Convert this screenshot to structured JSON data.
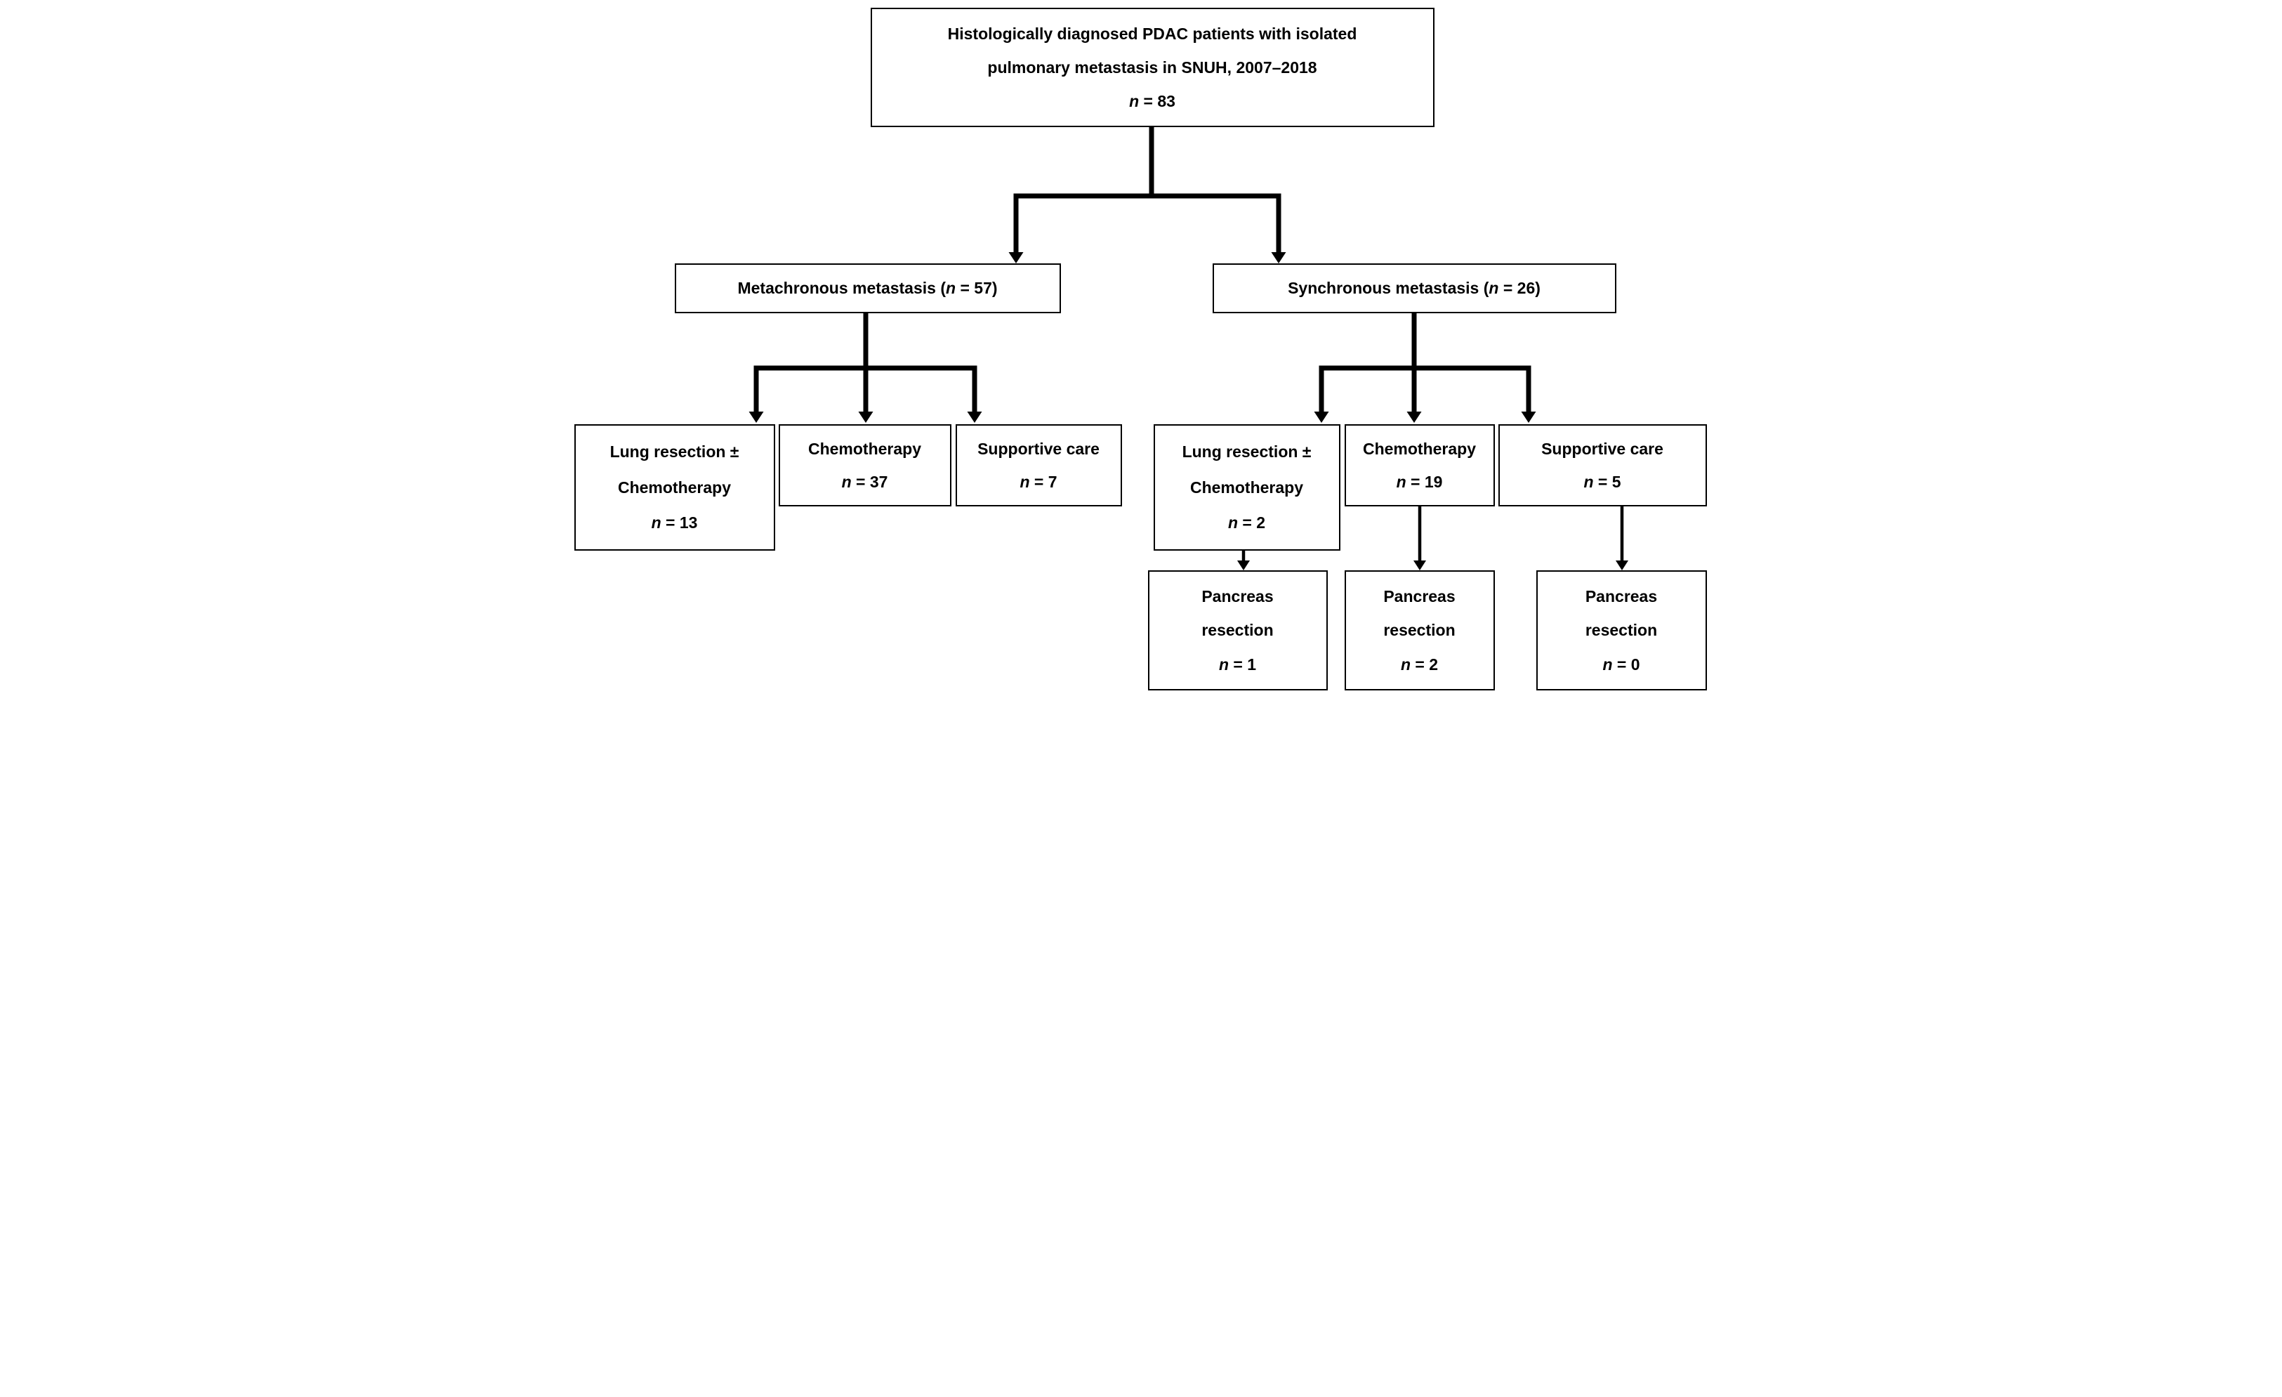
{
  "figure": {
    "background": "#ffffff",
    "ink": "#000000"
  },
  "nodes": {
    "root": {
      "line1": "Histologically diagnosed PDAC patients with isolated",
      "line2": "pulmonary metastasis in SNUH, 2007–2018",
      "n_symbol": "n",
      "n_rest": " = 83"
    },
    "metachronous": {
      "prefix": "Metachronous metastasis (",
      "n_symbol": "n",
      "suffix": " = 57)"
    },
    "synchronous": {
      "prefix": "Synchronous metastasis (",
      "n_symbol": "n",
      "suffix": " = 26)"
    },
    "meta_lung": {
      "line1": "Lung resection ±",
      "line2": "Chemotherapy",
      "n_symbol": "n",
      "n_rest": " = 13"
    },
    "meta_chemo": {
      "line1": "Chemotherapy",
      "n_symbol": "n",
      "n_rest": " = 37"
    },
    "meta_support": {
      "line1": "Supportive care",
      "n_symbol": "n",
      "n_rest": " = 7"
    },
    "sync_lung": {
      "line1": "Lung resection ±",
      "line2": "Chemotherapy",
      "n_symbol": "n",
      "n_rest": " = 2"
    },
    "sync_chemo": {
      "line1": "Chemotherapy",
      "n_symbol": "n",
      "n_rest": " = 19"
    },
    "sync_support": {
      "line1": "Supportive care",
      "n_symbol": "n",
      "n_rest": " = 5"
    },
    "panc_from_lung": {
      "line1": "Pancreas",
      "line2": "resection",
      "n_symbol": "n",
      "n_rest": " = 1"
    },
    "panc_from_chemo": {
      "line1": "Pancreas",
      "line2": "resection",
      "n_symbol": "n",
      "n_rest": " = 2"
    },
    "panc_from_support": {
      "line1": "Pancreas",
      "line2": "resection",
      "n_symbol": "n",
      "n_rest": " = 0"
    }
  },
  "edges": [
    {
      "from": "root",
      "to": "metachronous"
    },
    {
      "from": "root",
      "to": "synchronous"
    },
    {
      "from": "metachronous",
      "to": "meta_lung"
    },
    {
      "from": "metachronous",
      "to": "meta_chemo"
    },
    {
      "from": "metachronous",
      "to": "meta_support"
    },
    {
      "from": "synchronous",
      "to": "sync_lung"
    },
    {
      "from": "synchronous",
      "to": "sync_chemo"
    },
    {
      "from": "synchronous",
      "to": "sync_support"
    },
    {
      "from": "sync_lung",
      "to": "panc_from_lung"
    },
    {
      "from": "sync_chemo",
      "to": "panc_from_chemo"
    },
    {
      "from": "sync_support",
      "to": "panc_from_support"
    }
  ]
}
